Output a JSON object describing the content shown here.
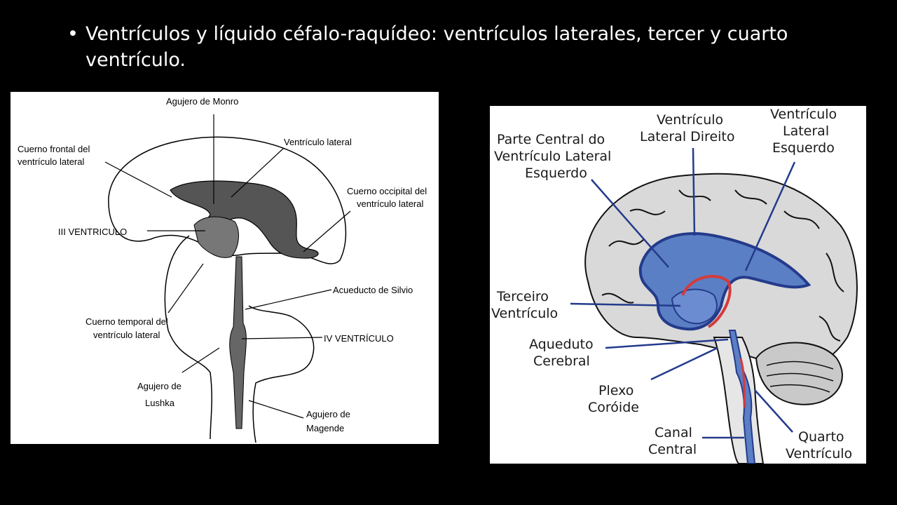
{
  "slide": {
    "bullet": "•",
    "title": "Ventrículos y líquido céfalo-raquídeo: ventrículos laterales, tercer y cuarto ventrículo."
  },
  "left_diagram": {
    "labels": {
      "agujero_monro": "Agujero de Monro",
      "cuerno_frontal_1": "Cuerno frontal del",
      "cuerno_frontal_2": "ventrículo lateral",
      "ventriculo_lateral": "Ventrículo lateral",
      "cuerno_occipital_1": "Cuerno occipital del",
      "cuerno_occipital_2": "ventrículo lateral",
      "iii_ventriculo": "III VENTRICULO",
      "acueducto": "Acueducto de Silvio",
      "cuerno_temporal_1": "Cuerno temporal del",
      "cuerno_temporal_2": "ventrículo lateral",
      "iv_ventriculo": "IV VENTRÍCULO",
      "lushka_1": "Agujero de",
      "lushka_2": "Lushka",
      "magende_1": "Agujero de",
      "magende_2": "Magende"
    }
  },
  "right_diagram": {
    "labels": {
      "parte_central_1": "Parte Central do",
      "parte_central_2": "Ventrículo Lateral",
      "parte_central_3": "Esquerdo",
      "vld_1": "Ventrículo",
      "vld_2": "Lateral Direito",
      "vle_1": "Ventrículo",
      "vle_2": "Lateral",
      "vle_3": "Esquerdo",
      "terceiro_1": "Terceiro",
      "terceiro_2": "Ventrículo",
      "aqueduto_1": "Aqueduto",
      "aqueduto_2": "Cerebral",
      "plexo_1": "Plexo",
      "plexo_2": "Coróide",
      "canal_1": "Canal",
      "canal_2": "Central",
      "quarto_1": "Quarto",
      "quarto_2": "Ventrículo"
    },
    "colors": {
      "ventricle": "#5b7fc4",
      "ventricle_dark": "#243b8c",
      "plexus": "#d63a3a",
      "brain": "#d9d9d9"
    }
  }
}
